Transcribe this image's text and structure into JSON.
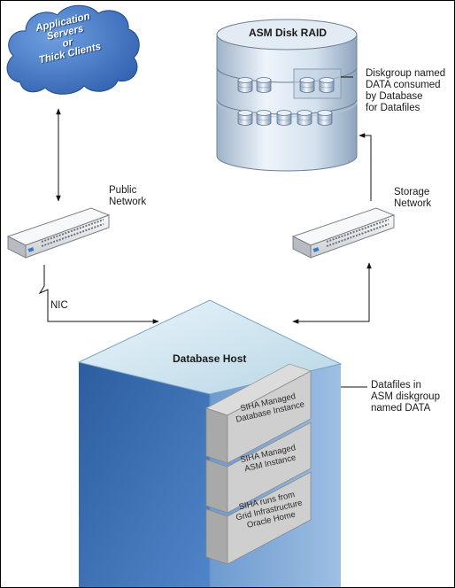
{
  "cloud": {
    "line1": "Application",
    "line2": "Servers",
    "line3": "or",
    "line4": "Thick Clients"
  },
  "storage": {
    "title": "ASM Disk RAID"
  },
  "diskgroup_note": {
    "line1": "Diskgroup named",
    "line2": "DATA consumed",
    "line3": "by Database",
    "line4": "for Datafiles"
  },
  "public_network": {
    "line1": "Public",
    "line2": "Network"
  },
  "storage_network": {
    "line1": "Storage",
    "line2": "Network"
  },
  "nic_label": "NIC",
  "host": {
    "title": "Database Host"
  },
  "datafiles_note": {
    "line1": "Datafiles in",
    "line2": "ASM diskgroup",
    "line3": "named DATA"
  },
  "stack": {
    "box1": {
      "line1": "SIHA Managed",
      "line2": "Database Instance"
    },
    "box2": {
      "line1": "SIHA Managed",
      "line2": "ASM Instance"
    },
    "box3": {
      "line1": "SIHA runs from",
      "line2": "Grid Infrastructure",
      "line3": "Oracle Home"
    }
  },
  "colors": {
    "cloud": "#3a6fc0",
    "cube_front": "#3a6db4",
    "cube_side": "#7fa8d8",
    "cube_top": "#c9e1ee",
    "disk": "#d9e6f3"
  }
}
